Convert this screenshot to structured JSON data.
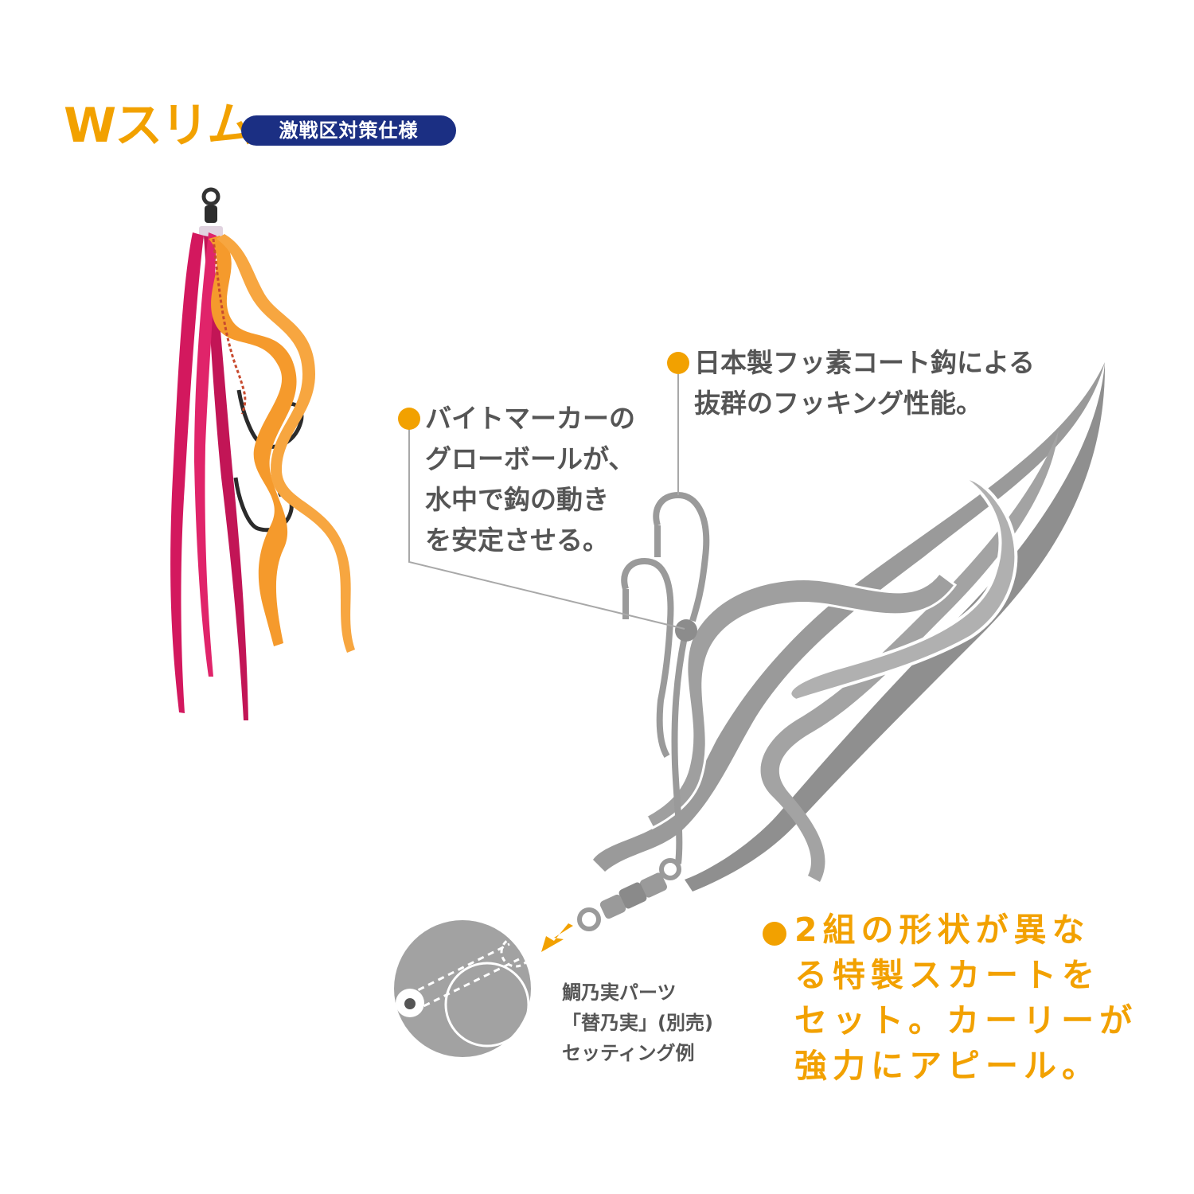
{
  "header": {
    "title": "Wスリム",
    "badge": "激戦区対策仕様"
  },
  "callouts": {
    "hooks": {
      "lines": [
        "日本製フッ素コート鈎による",
        "抜群のフッキング性能。"
      ]
    },
    "bite_marker": {
      "lines": [
        "バイトマーカーの",
        "グローボールが、",
        "水中で鈎の動き",
        "を安定させる。"
      ]
    },
    "skirt": {
      "lines": [
        "2組の形状が異な",
        "る特製スカートを",
        "セット。カーリーが",
        "強力にアピール。"
      ]
    },
    "parts": {
      "lines": [
        "鯛乃実パーツ",
        "「替乃実」(別売)",
        "セッティング例"
      ]
    }
  },
  "colors": {
    "accent": "#f2a100",
    "badge_bg": "#1b2f83",
    "diagram_gray": "#9a9a9a",
    "skirt_pink": "#d3185e",
    "skirt_orange": "#f59a2c"
  },
  "icons": {
    "bullet": "orange-dot-icon",
    "direction": "orange-arrow-icon"
  }
}
